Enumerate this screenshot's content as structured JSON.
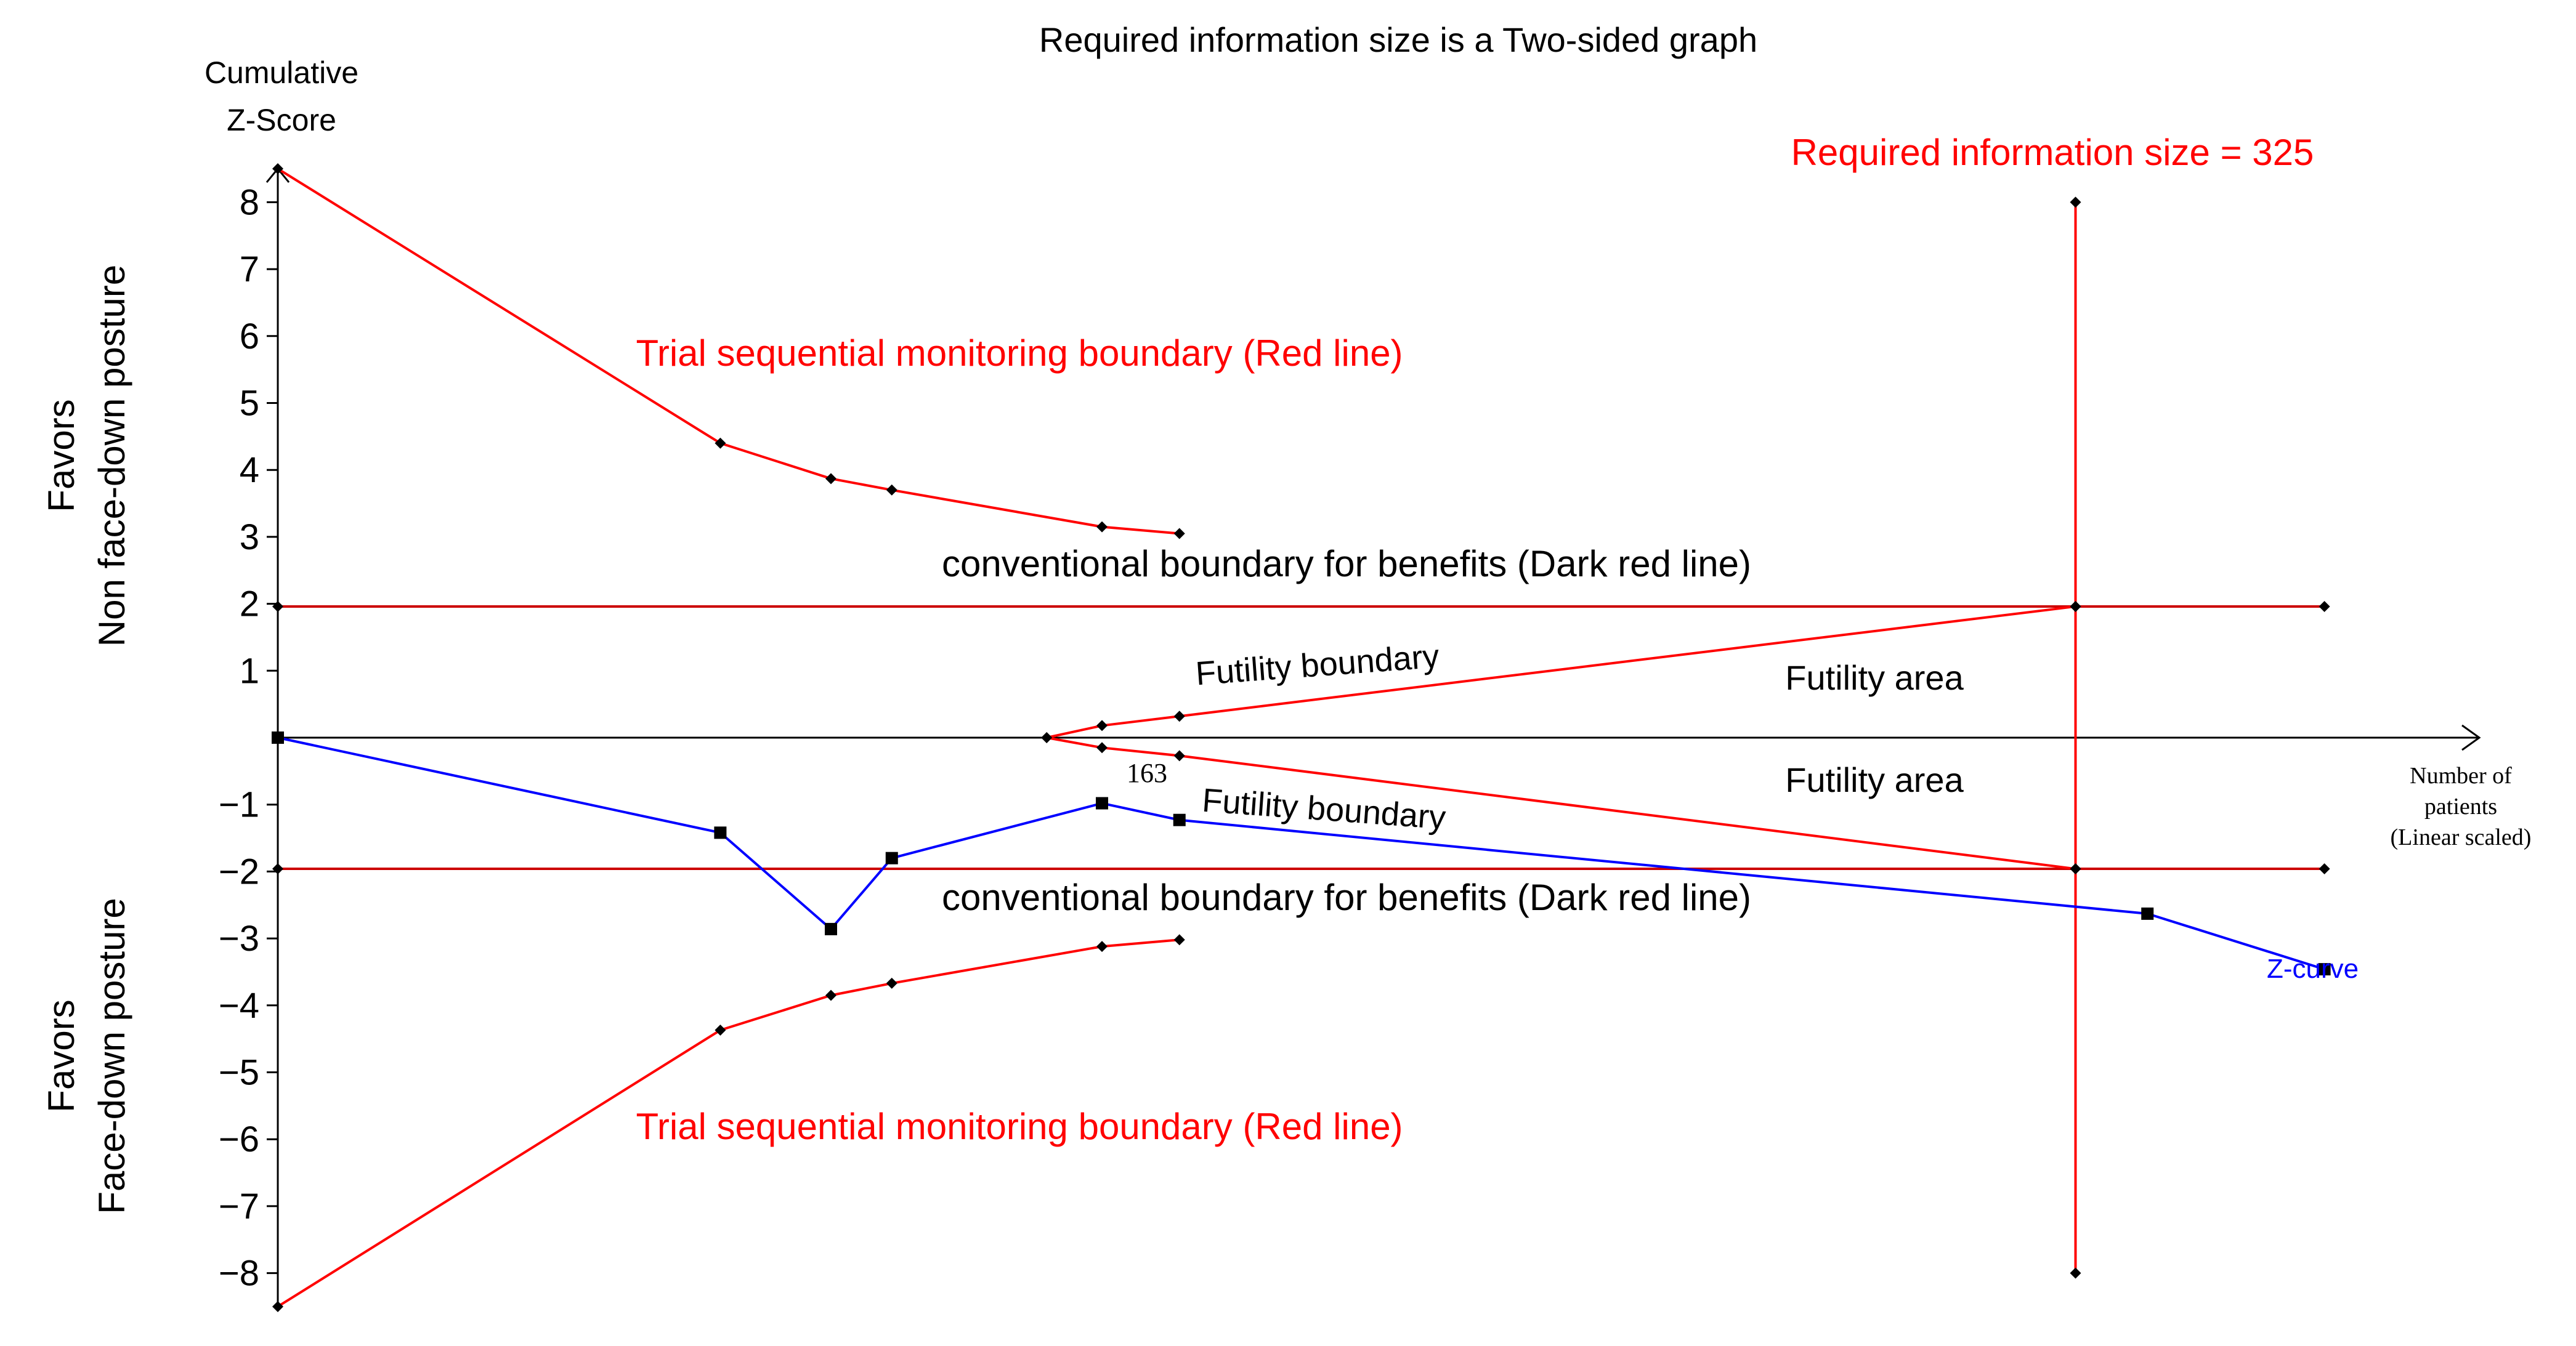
{
  "chart_data": {
    "type": "line",
    "title": "Required information size is a Two-sided graph",
    "ylabel_lines": [
      "Cumulative",
      "Z-Score"
    ],
    "xlabel_lines": [
      "Number of",
      "patients",
      "(Linear scaled)"
    ],
    "favors_top_lines": [
      "Favors",
      "Non face-down posture"
    ],
    "favors_bottom_lines": [
      "Favors",
      "Face-down posture"
    ],
    "ylim": [
      -8.5,
      8.5
    ],
    "xlim": [
      0,
      400
    ],
    "y_ticks": [
      {
        "value": 8,
        "label": "8"
      },
      {
        "value": 7,
        "label": "7"
      },
      {
        "value": 6,
        "label": "6"
      },
      {
        "value": 5,
        "label": "5"
      },
      {
        "value": 4,
        "label": "4"
      },
      {
        "value": 3,
        "label": "3"
      },
      {
        "value": 2,
        "label": "2"
      },
      {
        "value": 1,
        "label": "1"
      },
      {
        "value": -1,
        "label": "−1"
      },
      {
        "value": -2,
        "label": "−2"
      },
      {
        "value": -3,
        "label": "−3"
      },
      {
        "value": -4,
        "label": "−4"
      },
      {
        "value": -5,
        "label": "−5"
      },
      {
        "value": -6,
        "label": "−6"
      },
      {
        "value": -7,
        "label": "−7"
      },
      {
        "value": -8,
        "label": "−8"
      }
    ],
    "x_tick_labels": [
      {
        "value": 163,
        "label": "163"
      }
    ],
    "required_information_size": {
      "x": 325,
      "label": "Required information size = 325",
      "y_range": [
        -8,
        8
      ]
    },
    "series": [
      {
        "name": "Trial sequential monitoring boundary (Red line)",
        "color": "#ff0000",
        "x": [
          0,
          80,
          100,
          111,
          149,
          163
        ],
        "y": [
          8.5,
          4.4,
          3.87,
          3.7,
          3.15,
          3.05
        ]
      },
      {
        "name": "Trial sequential monitoring boundary (Red line)",
        "color": "#ff0000",
        "x": [
          0,
          80,
          100,
          111,
          149,
          163
        ],
        "y": [
          -8.5,
          -4.37,
          -3.85,
          -3.67,
          -3.12,
          -3.02
        ]
      },
      {
        "name": "conventional boundary for benefits (Dark red line)",
        "color": "#cc0000",
        "x": [
          0,
          325,
          370
        ],
        "y": [
          1.96,
          1.96,
          1.96
        ]
      },
      {
        "name": "conventional boundary for benefits (Dark red line)",
        "color": "#cc0000",
        "x": [
          0,
          325,
          370
        ],
        "y": [
          -1.96,
          -1.96,
          -1.96
        ]
      },
      {
        "name": "Futility boundary",
        "color": "#ff0000",
        "x": [
          139,
          149,
          163,
          325
        ],
        "y": [
          0,
          0.18,
          0.32,
          1.96
        ]
      },
      {
        "name": "Futility boundary",
        "color": "#ff0000",
        "x": [
          139,
          149,
          163,
          325
        ],
        "y": [
          0,
          -0.15,
          -0.27,
          -1.96
        ]
      },
      {
        "name": "Z-curve",
        "color": "#0000ff",
        "x": [
          0,
          80,
          100,
          111,
          149,
          163,
          338,
          370
        ],
        "y": [
          0,
          -1.42,
          -2.86,
          -1.8,
          -0.98,
          -1.23,
          -2.63,
          -3.46
        ]
      }
    ],
    "annotations": [
      {
        "text": "Trial sequential monitoring boundary (Red line)",
        "color": "#ff0000"
      },
      {
        "text": "Trial sequential monitoring boundary (Red line)",
        "color": "#ff0000"
      },
      {
        "text": "conventional boundary for benefits (Dark red line)",
        "color": "#000000"
      },
      {
        "text": "conventional boundary for benefits (Dark red line)",
        "color": "#000000"
      },
      {
        "text": "Futility boundary",
        "color": "#000000"
      },
      {
        "text": "Futility boundary",
        "color": "#000000"
      },
      {
        "text": "Futility area",
        "color": "#000000"
      },
      {
        "text": "Futility area",
        "color": "#000000"
      },
      {
        "text": "Z-curve",
        "color": "#0000ff"
      }
    ],
    "grid": false,
    "legend": "none"
  }
}
